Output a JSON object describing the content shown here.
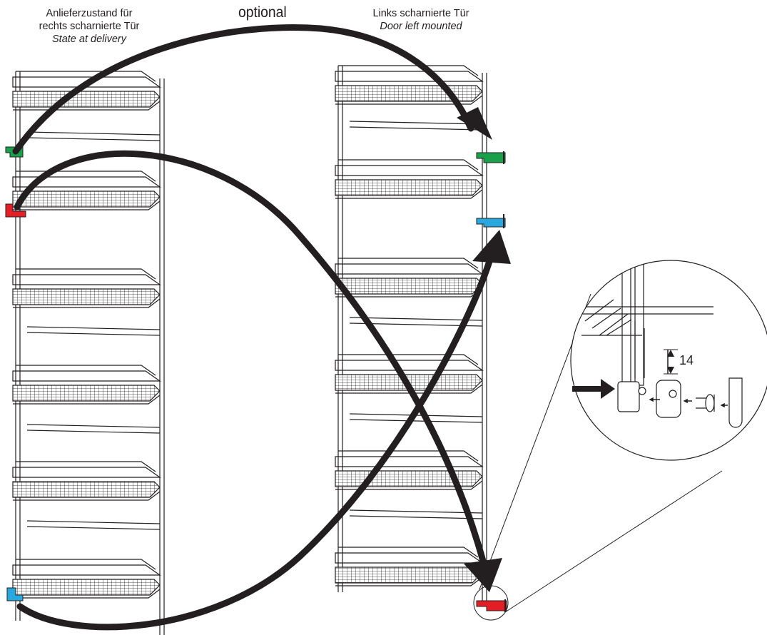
{
  "labels": {
    "left_line1": "Anlieferzustand für",
    "left_line2": "rechts scharnierte Tür",
    "left_line3": "State at delivery",
    "right_line1": "Links scharnierte Tür",
    "right_line2": "Door left mounted",
    "optional": "optional",
    "dimension": "14"
  },
  "colors": {
    "hinge_green": "#1aa04a",
    "hinge_red": "#e31e24",
    "hinge_blue": "#29a8df",
    "line": "#231f20"
  },
  "icons": [
    "hinge-green-icon",
    "hinge-red-icon",
    "hinge-blue-icon",
    "shelf-rack-icon",
    "detail-magnifier-icon"
  ]
}
